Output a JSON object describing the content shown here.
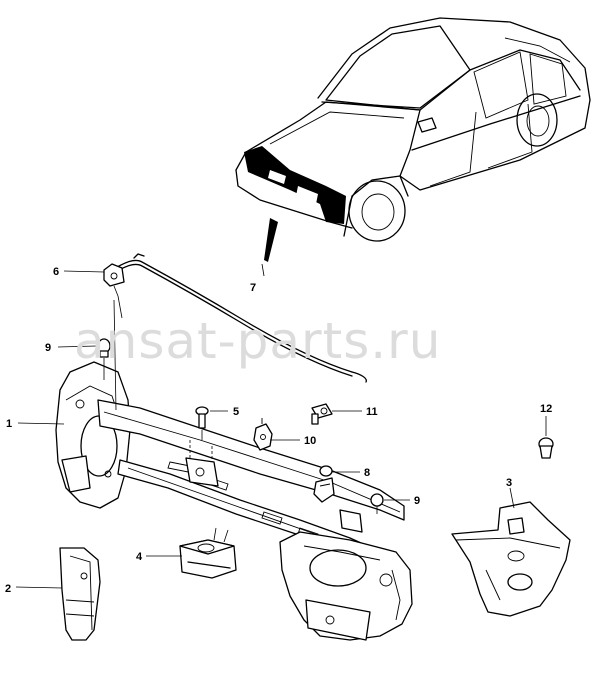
{
  "watermark": "ansat-parts.ru",
  "callouts": {
    "c1": "1",
    "c2": "2",
    "c3": "3",
    "c4": "4",
    "c5": "5",
    "c6": "6",
    "c7": "7",
    "c8": "8",
    "c9a": "9",
    "c9b": "9",
    "c10": "10",
    "c11": "11",
    "c12": "12"
  }
}
